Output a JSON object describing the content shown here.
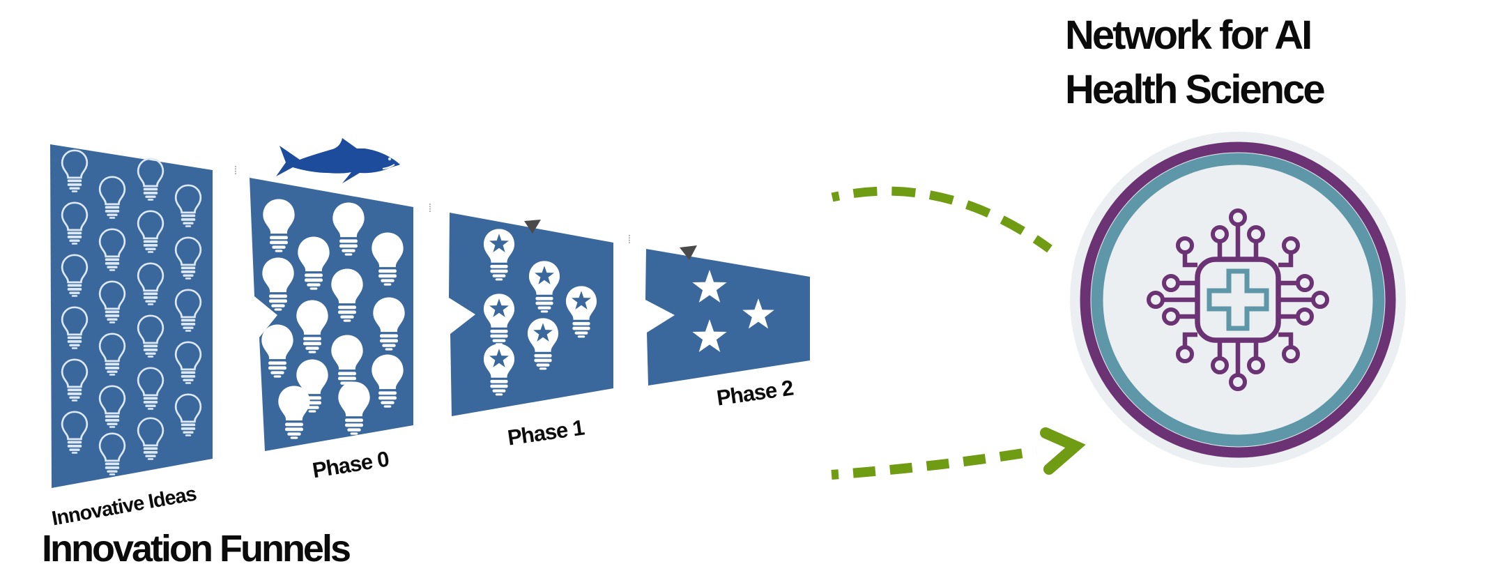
{
  "main_title": "Innovation Funnels",
  "network_title": {
    "line1": "Network for AI",
    "line2": "Health Science"
  },
  "funnels": [
    {
      "label": "Innovative Ideas",
      "item_type": "lightbulb-outline",
      "item_count": 23
    },
    {
      "label": "Phase 0",
      "item_type": "lightbulb-filled",
      "item_count": 14
    },
    {
      "label": "Phase 1",
      "item_type": "lightbulb-with-star",
      "item_count": 6
    },
    {
      "label": "Phase 2",
      "item_type": "star",
      "item_count": 3
    }
  ],
  "badge": {
    "icon": "ai-medical-chip",
    "rings": [
      "purple",
      "teal"
    ]
  },
  "decorations": {
    "shark": "shark-silhouette",
    "stage_markers": 2,
    "dashed_arrows": 2
  },
  "colors": {
    "funnel_blue": "#3a689c",
    "bulb_light": "#dce8f4",
    "white": "#ffffff",
    "shark_blue": "#1d4c9c",
    "marker_gray": "#4a4a4a",
    "arrow_green": "#6f9c13",
    "ring_purple": "#6b3374",
    "ring_teal": "#5e97a8",
    "badge_bg": "#eceff1",
    "text_black": "#0b0b0b"
  }
}
